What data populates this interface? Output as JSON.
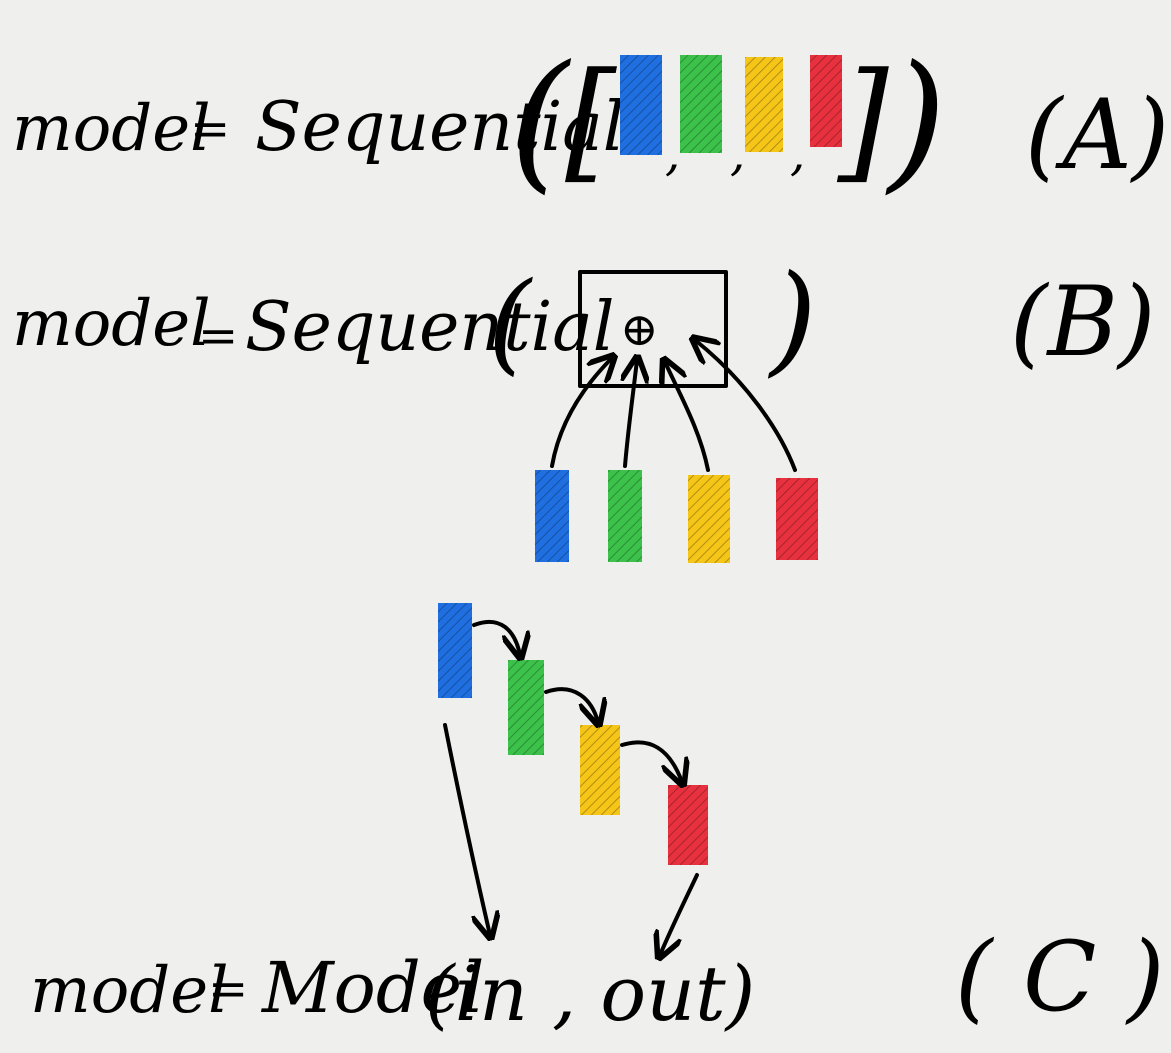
{
  "rows": {
    "a": {
      "lhs": "model",
      "eq": "=",
      "fn": "Sequential",
      "open_paren": "(",
      "open_bracket": "[",
      "commas": [
        ",",
        ",",
        ","
      ],
      "close_bracket": "]",
      "close_paren": ")",
      "label": "(A)"
    },
    "b": {
      "lhs": "model",
      "eq": "=",
      "fn": "Sequential",
      "open_paren": "(",
      "op": "⊕",
      "close_paren": ")",
      "label": "(B)"
    },
    "c": {
      "lhs": "model",
      "eq": "=",
      "fn": "Model",
      "args": "(in , out)",
      "label": "( C )"
    }
  },
  "layer_colors": {
    "blue": "#1f6fe0",
    "green": "#3cc24a",
    "yellow": "#f5c518",
    "red": "#e8313f"
  },
  "paper_color": "#efefed"
}
